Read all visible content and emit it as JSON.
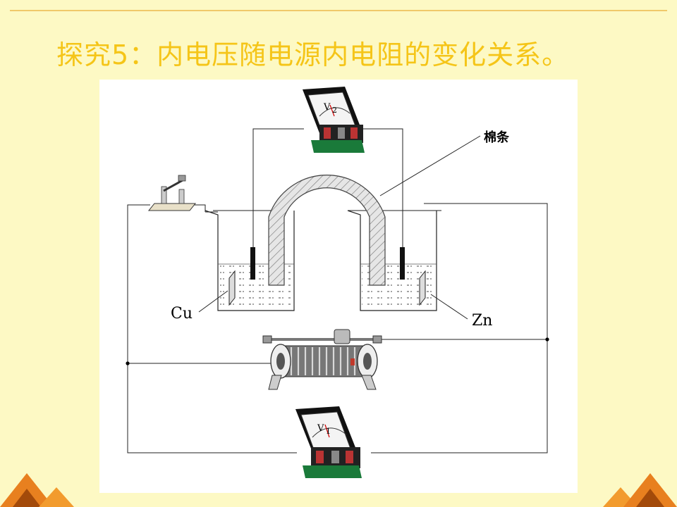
{
  "slide": {
    "title": "探究5：内电压随电源内电阻的变化关系。"
  },
  "diagram": {
    "labels": {
      "cu": "Cu",
      "zn": "Zn",
      "cotton_strip": "棉条"
    },
    "meters": {
      "v1": "1",
      "v2": "2"
    }
  }
}
